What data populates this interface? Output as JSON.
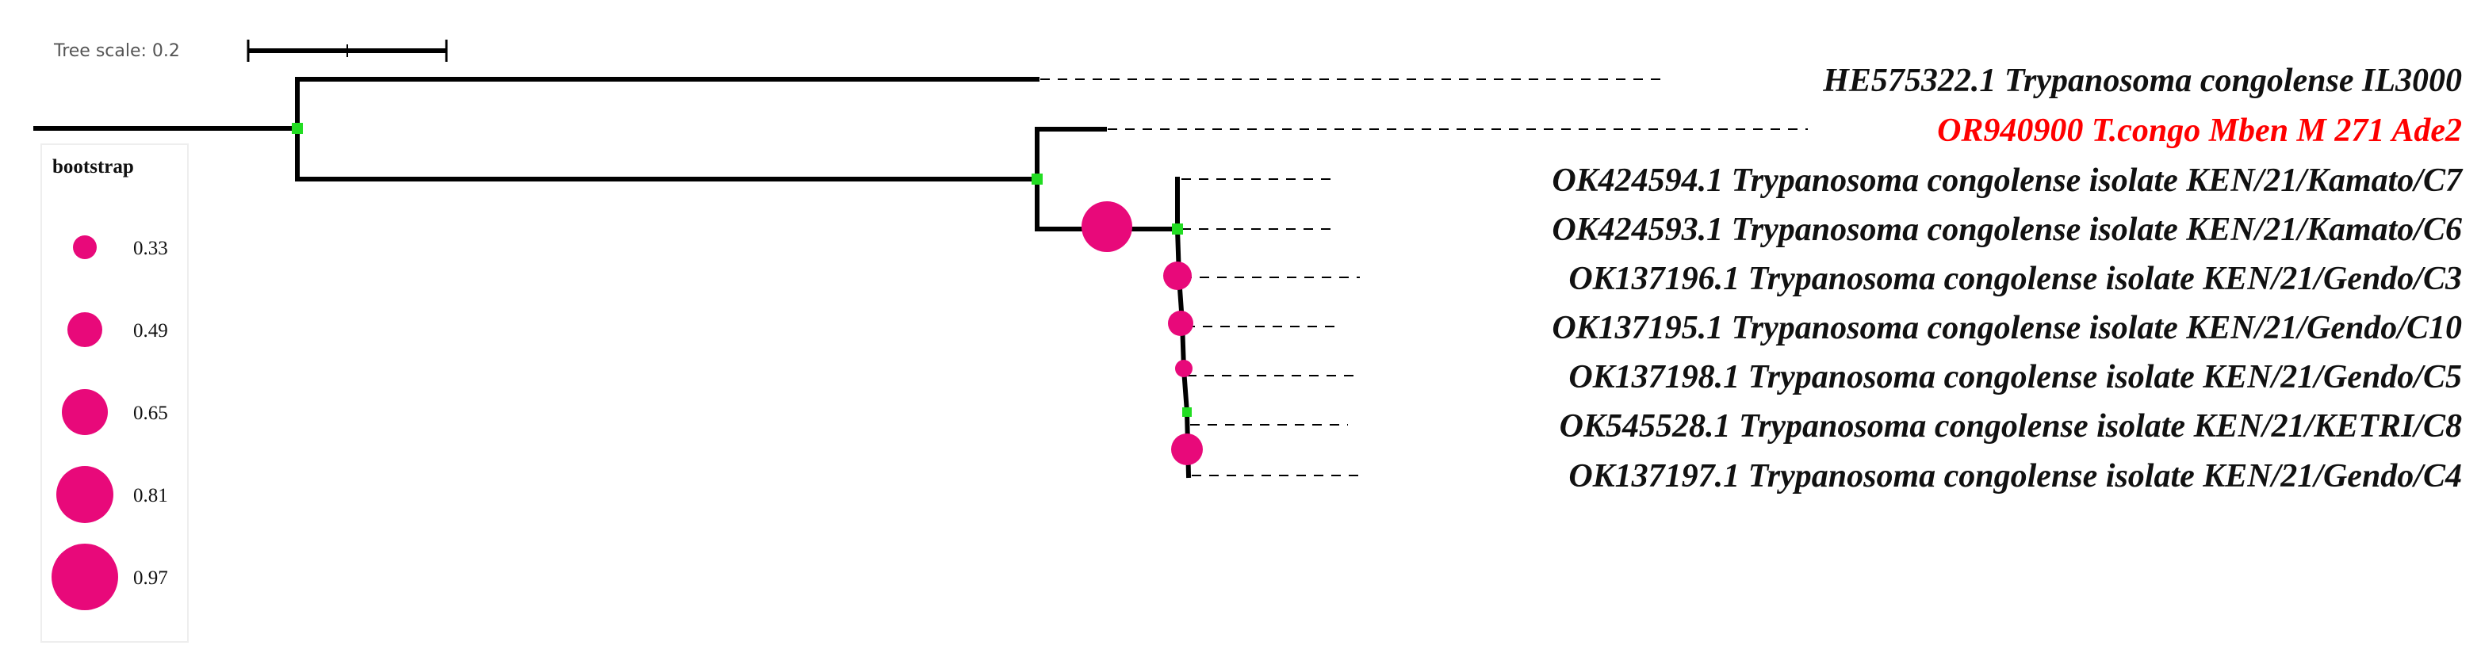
{
  "tree_scale": {
    "label": "Tree scale: 0.2"
  },
  "legend": {
    "title": "bootstrap",
    "color": "#e8097a",
    "entries": [
      {
        "label": "0.33",
        "value": 0.33
      },
      {
        "label": "0.49",
        "value": 0.49
      },
      {
        "label": "0.65",
        "value": 0.65
      },
      {
        "label": "0.81",
        "value": 0.81
      },
      {
        "label": "0.97",
        "value": 0.97
      }
    ]
  },
  "colors": {
    "branch": "#000000",
    "node": "#22dd22",
    "highlight": "#ff0000",
    "label": "#111111"
  },
  "leaves": [
    {
      "name": "HE575322.1 Trypanosoma congolense IL3000",
      "highlight": false
    },
    {
      "name": "OR940900 T.congo Mben M 271 Ade2",
      "highlight": true
    },
    {
      "name": "OK424594.1 Trypanosoma congolense isolate KEN/21/Kamato/C7",
      "highlight": false
    },
    {
      "name": "OK424593.1 Trypanosoma congolense isolate KEN/21/Kamato/C6",
      "highlight": false
    },
    {
      "name": "OK137196.1 Trypanosoma congolense isolate KEN/21/Gendo/C3",
      "highlight": false
    },
    {
      "name": "OK137195.1 Trypanosoma congolense isolate KEN/21/Gendo/C10",
      "highlight": false
    },
    {
      "name": "OK137198.1 Trypanosoma congolense isolate KEN/21/Gendo/C5",
      "highlight": false
    },
    {
      "name": "OK545528.1 Trypanosoma congolense isolate KEN/21/KETRI/C8",
      "highlight": false
    },
    {
      "name": "OK137197.1 Trypanosoma congolense isolate KEN/21/Gendo/C4",
      "highlight": false
    }
  ]
}
